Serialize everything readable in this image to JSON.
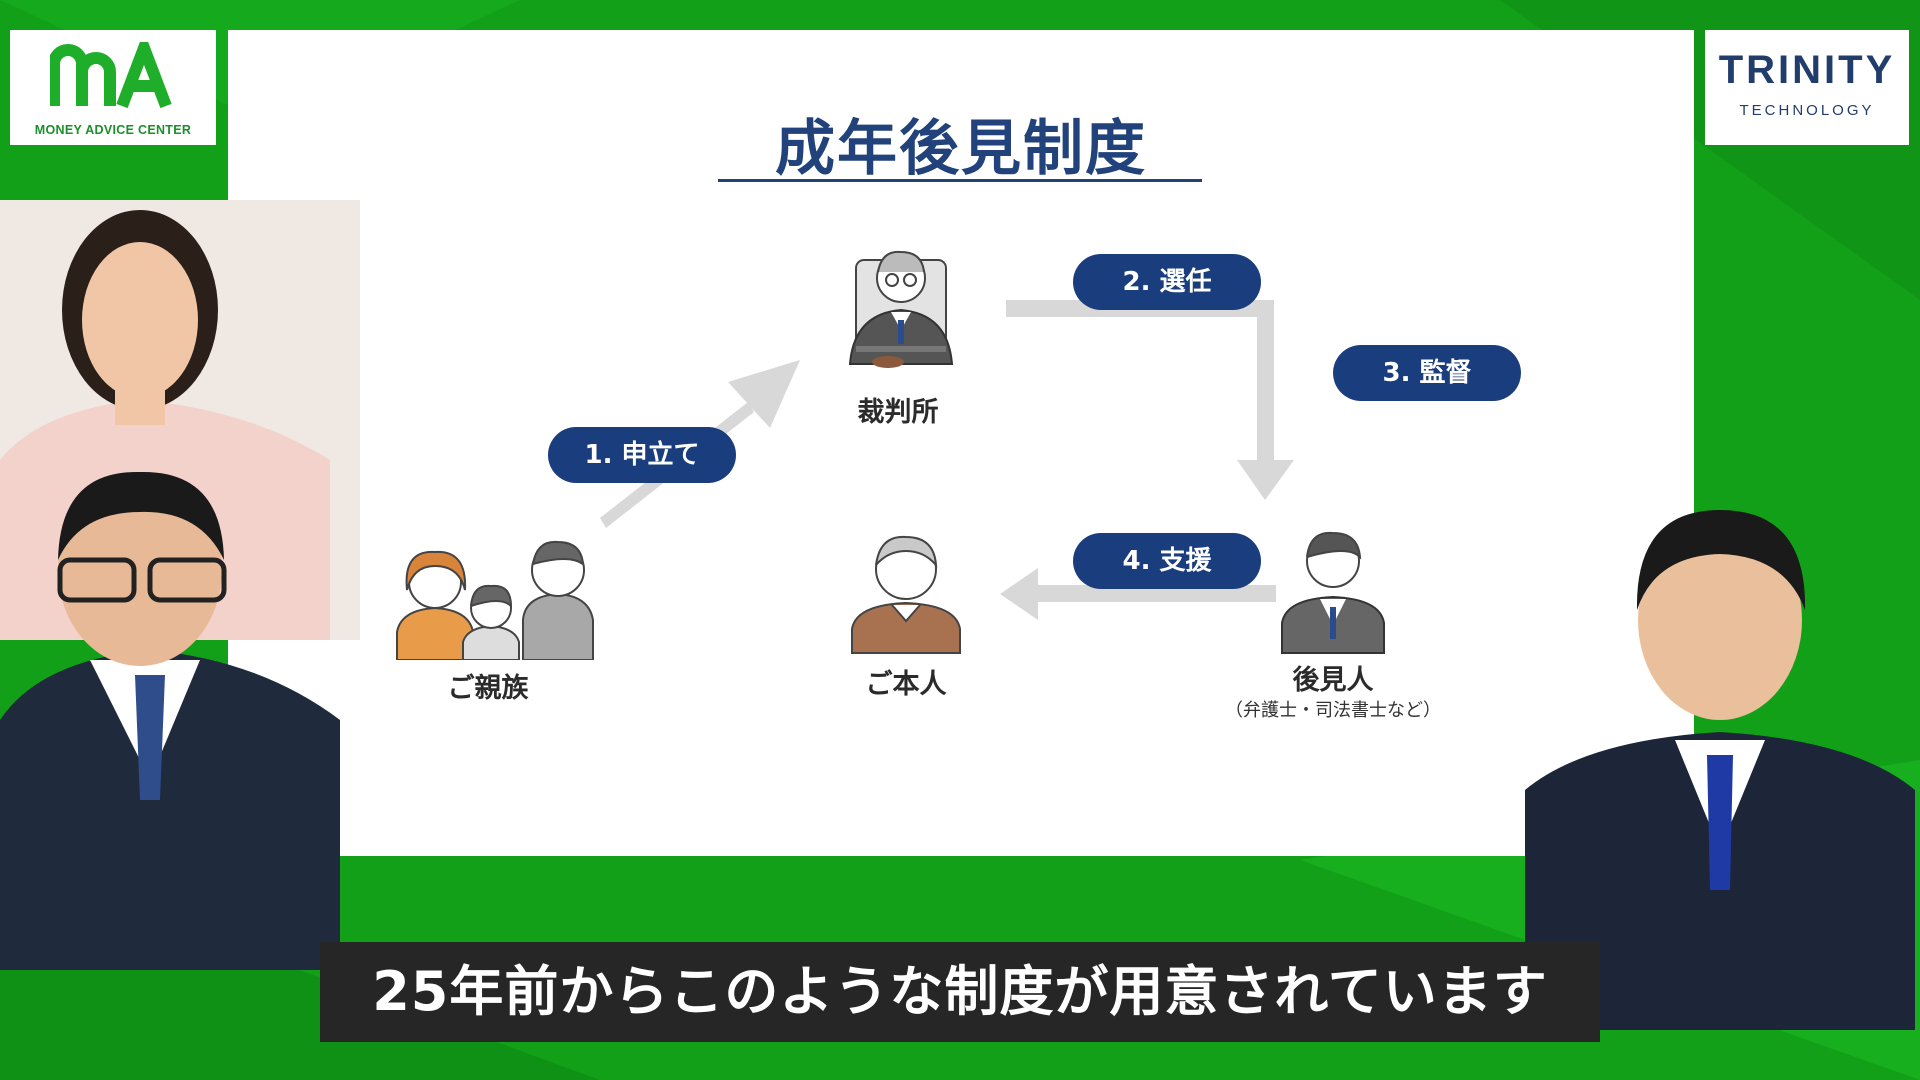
{
  "logos": {
    "left_tagline": "MONEY ADVICE CENTER",
    "right_name": "TRINITY",
    "right_sub": "TECHNOLOGY"
  },
  "slide": {
    "title": "成年後見制度",
    "steps": {
      "s1": "1. 申立て",
      "s2": "2. 選任",
      "s3": "3. 監督",
      "s4": "4. 支援"
    },
    "nodes": {
      "court": "裁判所",
      "family": "ご親族",
      "person": "ご本人",
      "guardian": "後見人",
      "guardian_note": "（弁護士・司法書士など）"
    }
  },
  "caption": "25年前からこのような制度が用意されています",
  "colors": {
    "background_green": "#13a019",
    "navy": "#1a3d7d",
    "arrow_gray": "#d8d8d8",
    "caption_bg": "#262626"
  }
}
